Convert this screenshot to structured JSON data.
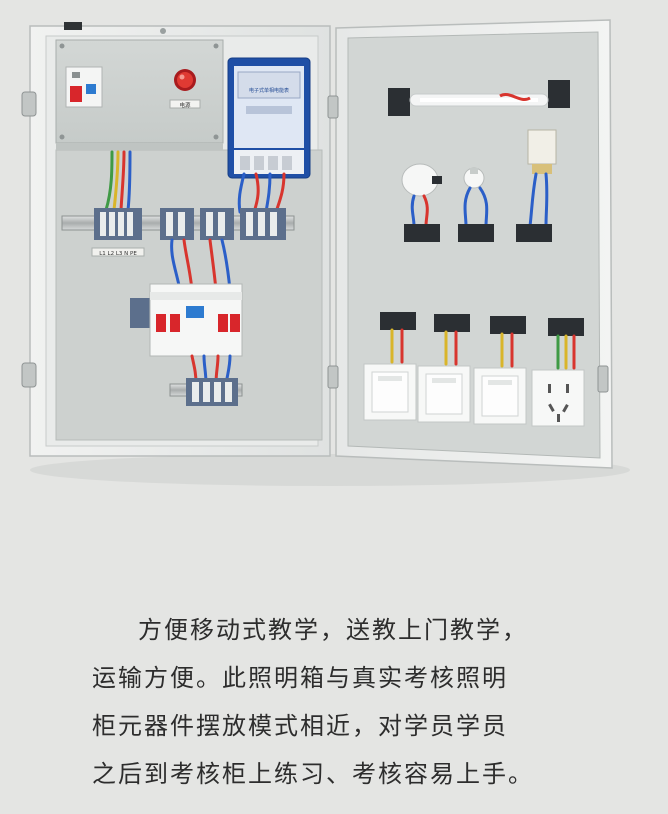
{
  "photo": {
    "subject": "lighting training electrical cabinet with open door",
    "colors": {
      "background": "#e4e5e3",
      "cabinet": "#eceeed",
      "panel": "#cfd3d1",
      "breaker_red": "#d8262b",
      "wire_blue": "#2b5fc8",
      "wire_red": "#d8352e",
      "wire_yellow": "#d9b52a",
      "wire_green": "#3f9a45"
    },
    "labels": {
      "indicator_tag": "电源",
      "meter_face": "电子式单相电能表",
      "terminal_tag": "L1 L2 L3 N PE"
    }
  },
  "caption": {
    "lines": [
      "方便移动式教学，送教上门教学，",
      "运输方便。此照明箱与真实考核照明",
      "柜元器件摆放模式相近，对学员学员",
      "之后到考核柜上练习、考核容易上手。"
    ]
  }
}
